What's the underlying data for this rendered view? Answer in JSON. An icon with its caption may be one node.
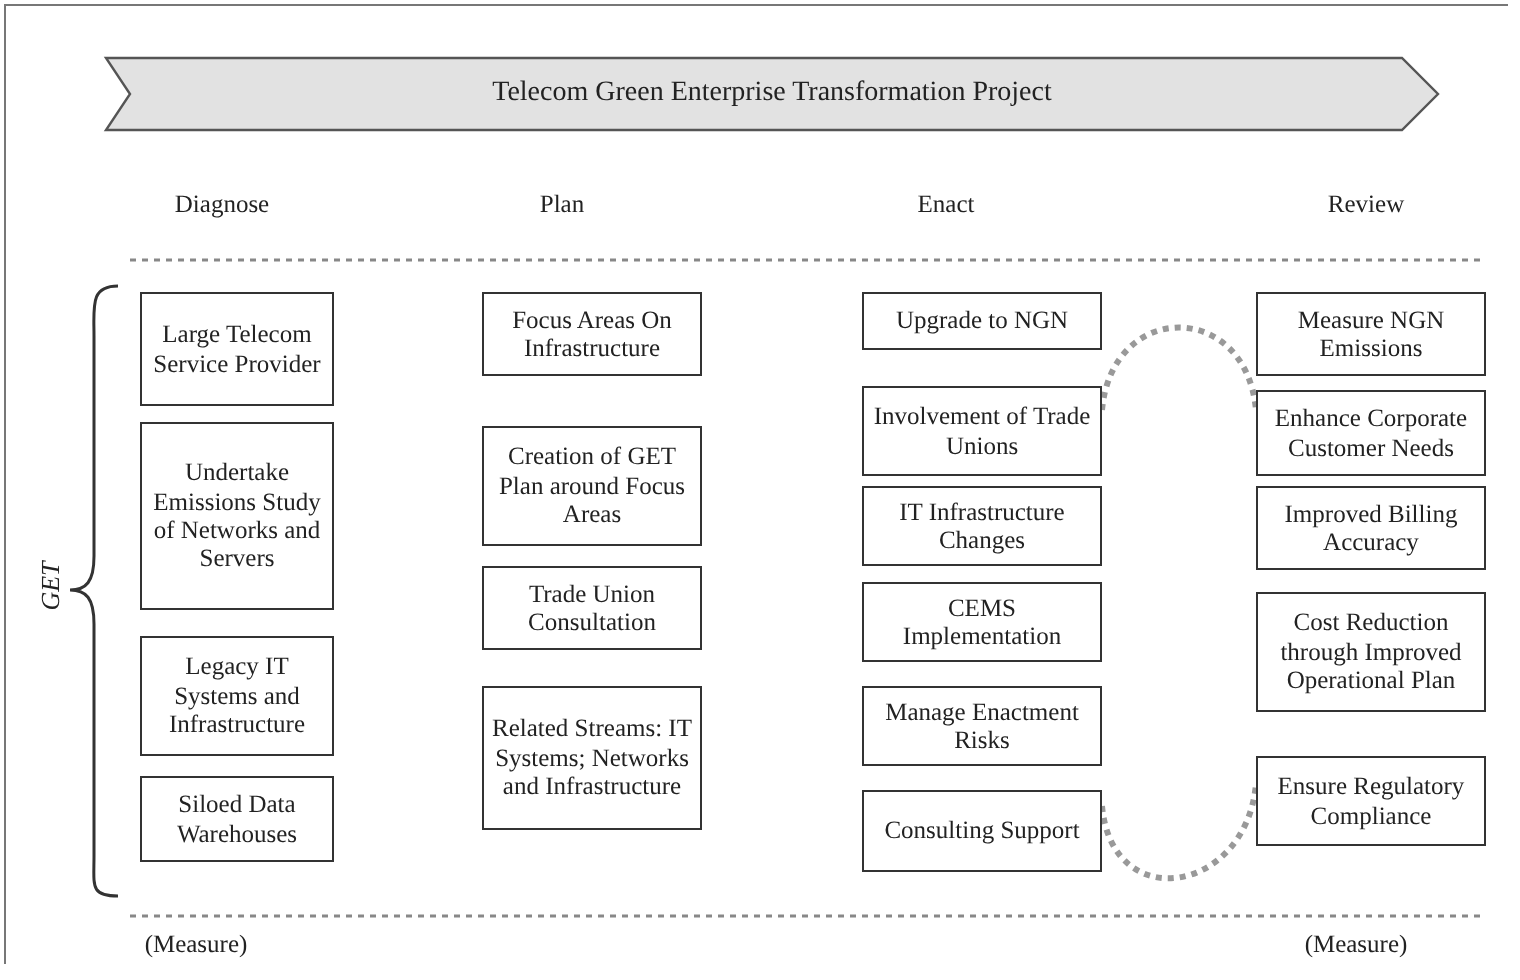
{
  "diagram": {
    "nodes": [
      {
        "text": [
          "Telecom Green Enterprise Transformation Project"
        ]
      },
      {
        "text": [
          "Large Telecom Service Provider"
        ]
      },
      {
        "text": [
          "Undertake Emissions Study of Networks and Servers"
        ]
      },
      {
        "text": [
          "Legacy IT Systems and Infrastructure"
        ]
      },
      {
        "text": [
          "Siloed Data Warehouses"
        ]
      },
      {
        "text": [
          "Focus Areas On Infrastructure"
        ]
      },
      {
        "text": [
          "Creation of GET Plan around Focus Areas"
        ]
      },
      {
        "text": [
          "Trade Union Consultation"
        ]
      },
      {
        "text": [
          "Related Streams: IT Systems; Networks and Infrastructure"
        ]
      },
      {
        "text": [
          "Upgrade to NGN"
        ]
      },
      {
        "text": [
          "Involvement of Trade Unions"
        ]
      },
      {
        "text": [
          "IT Infrastructure Changes"
        ]
      },
      {
        "text": [
          "CEMS Implementation"
        ]
      },
      {
        "text": [
          "Manage Enactment Risks"
        ]
      },
      {
        "text": [
          "Consulting Support"
        ]
      },
      {
        "text": [
          "Measure NGN Emissions"
        ]
      },
      {
        "text": [
          "Enhance Corporate Customer Needs"
        ]
      },
      {
        "text": [
          "Improved Billing Accuracy"
        ]
      },
      {
        "text": [
          "Cost Reduction through Improved Operational Plan"
        ]
      },
      {
        "text": [
          "Ensure Regulatory Compliance"
        ]
      }
    ],
    "edges": [
      {
        "from": 10,
        "to": 16,
        "arrow": "none",
        "style": "dashed"
      },
      {
        "from": 14,
        "to": 19,
        "arrow": "none",
        "style": "dashed"
      }
    ],
    "labels": [
      "Diagnose",
      "Plan",
      "Enact",
      "Review",
      "GET",
      "(Measure)",
      "(Measure)"
    ]
  }
}
